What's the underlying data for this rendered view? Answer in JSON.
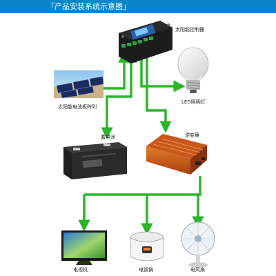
{
  "header": {
    "title": "「产品安装系统示意图」"
  },
  "labels": {
    "controller": "太阳能控制器",
    "led": "LED照明灯",
    "panel": "太阳能电池板阵列",
    "battery": "蓄电池",
    "inverter": "逆变器",
    "tv": "电视机",
    "cooker": "电饭锅",
    "fan": "电风扇"
  },
  "colors": {
    "header": "#0a85c7",
    "arrow": "#2cb52c"
  }
}
